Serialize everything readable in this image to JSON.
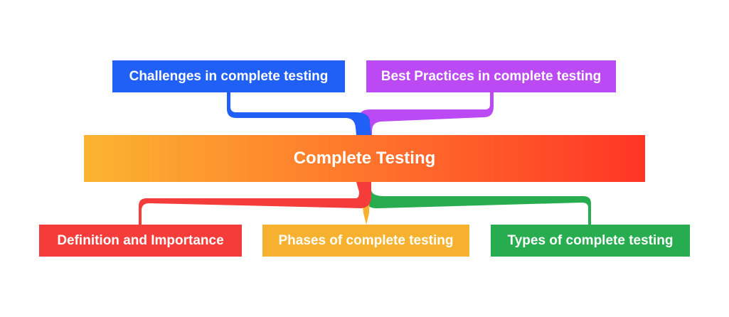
{
  "central": {
    "label": "Complete Testing"
  },
  "branches": {
    "challenges": "Challenges in complete testing",
    "best_practices": "Best Practices in complete testing",
    "definition": "Definition and Importance",
    "phases": "Phases of complete testing",
    "types": "Types of complete testing"
  },
  "colors": {
    "challenges": "#2060f6",
    "best_practices": "#bb4af5",
    "definition": "#f43d3a",
    "phases": "#f6b22e",
    "types": "#27ad4f",
    "central_gradient": [
      "#fbb431",
      "#ff7b2c",
      "#ff3526"
    ]
  }
}
